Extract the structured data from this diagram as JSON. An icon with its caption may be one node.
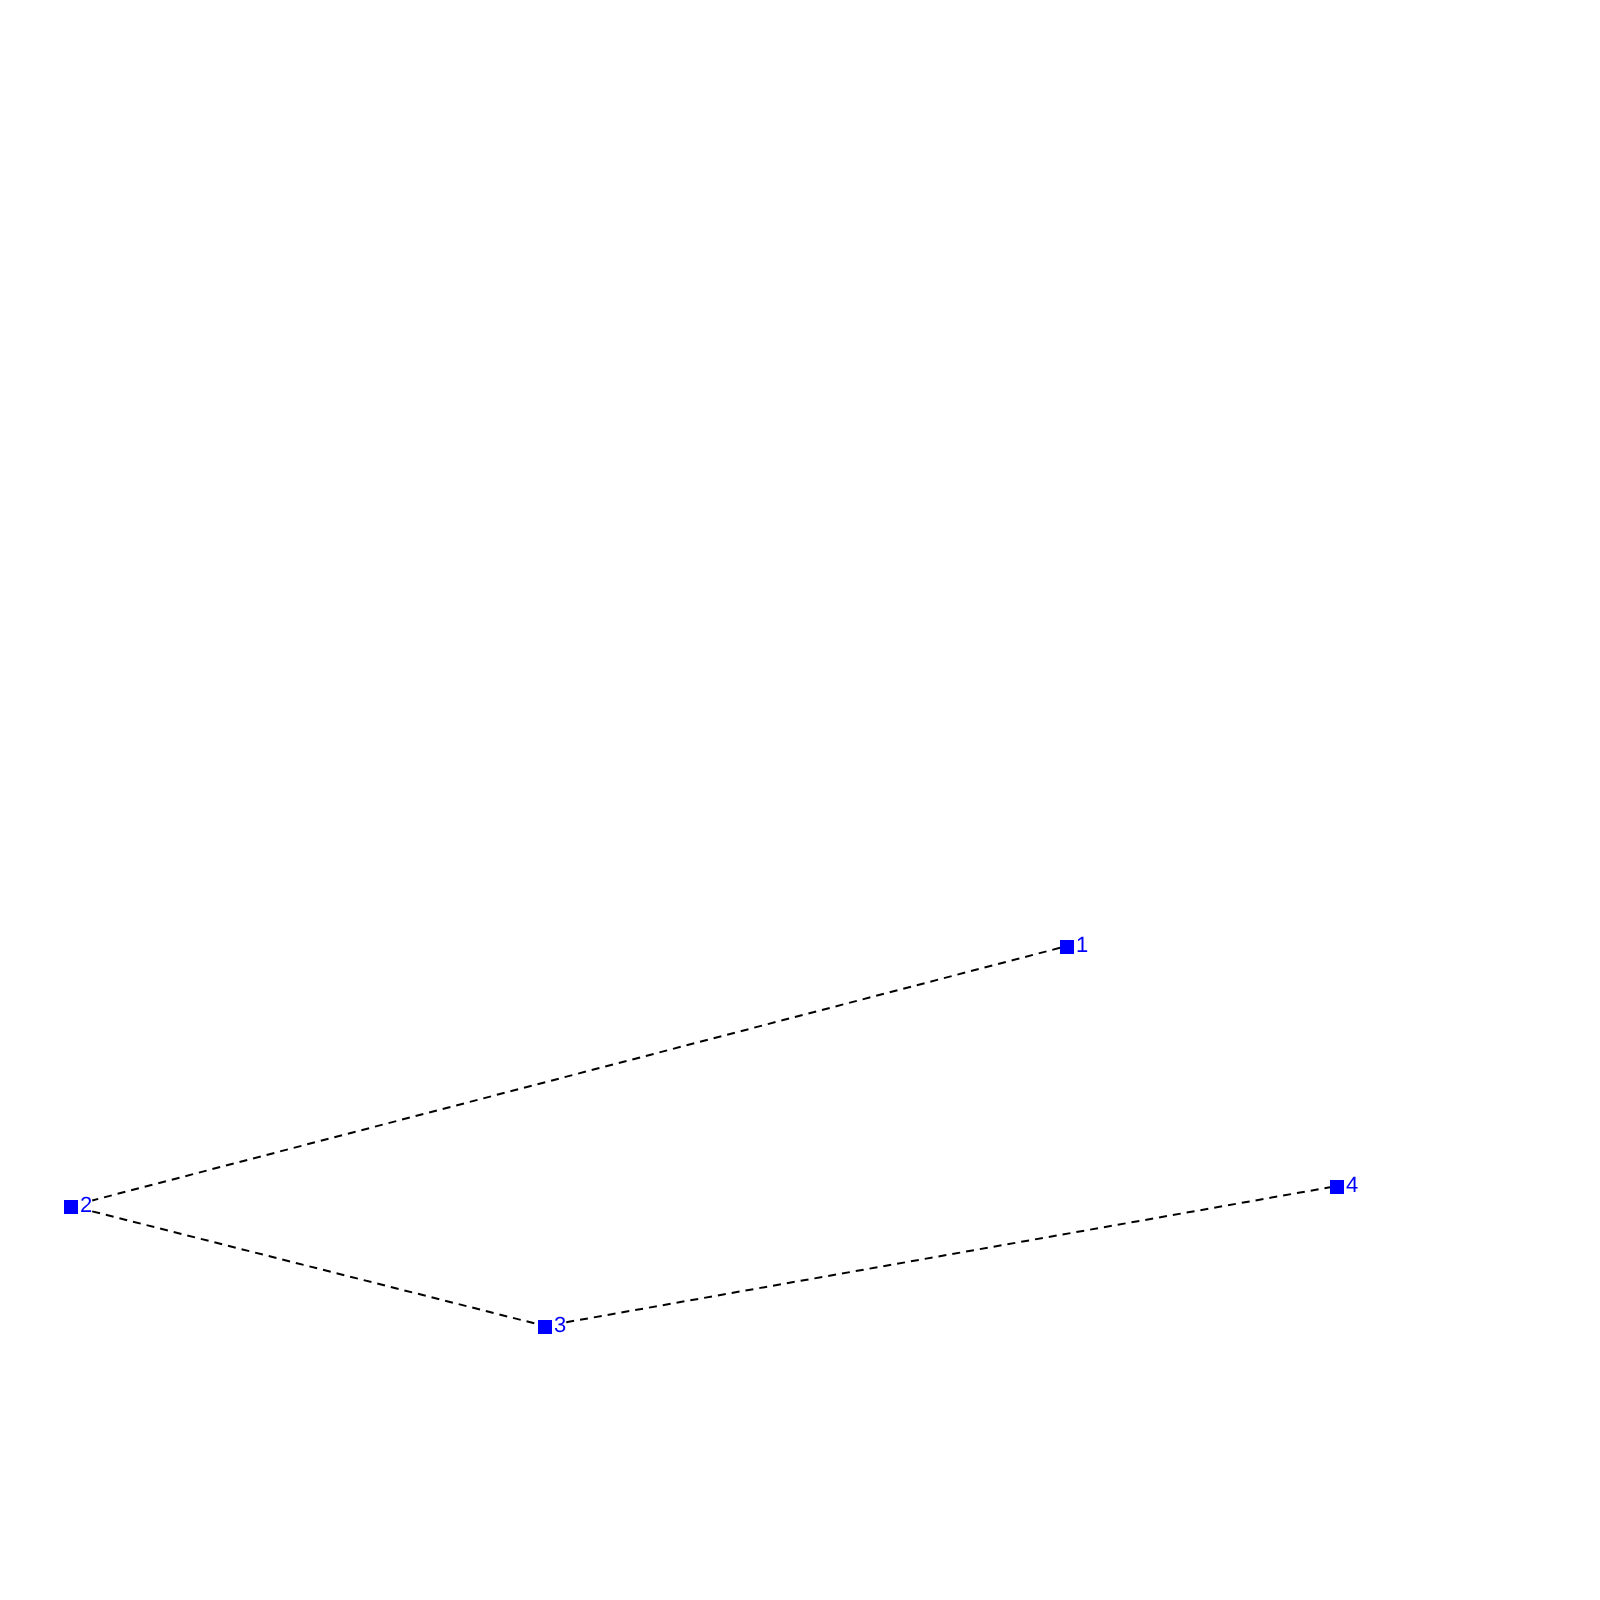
{
  "diagram": {
    "nodes": [
      {
        "text": [
          "1"
        ]
      },
      {
        "text": [
          "2"
        ]
      },
      {
        "text": [
          "3"
        ]
      },
      {
        "text": [
          "4"
        ]
      }
    ],
    "edges": [
      {
        "from": 0,
        "to": 1,
        "arrow": "none",
        "style": "dashed"
      },
      {
        "from": 1,
        "to": 2,
        "arrow": "none",
        "style": "dashed"
      },
      {
        "from": 2,
        "to": 3,
        "arrow": "none",
        "style": "dashed"
      }
    ]
  }
}
